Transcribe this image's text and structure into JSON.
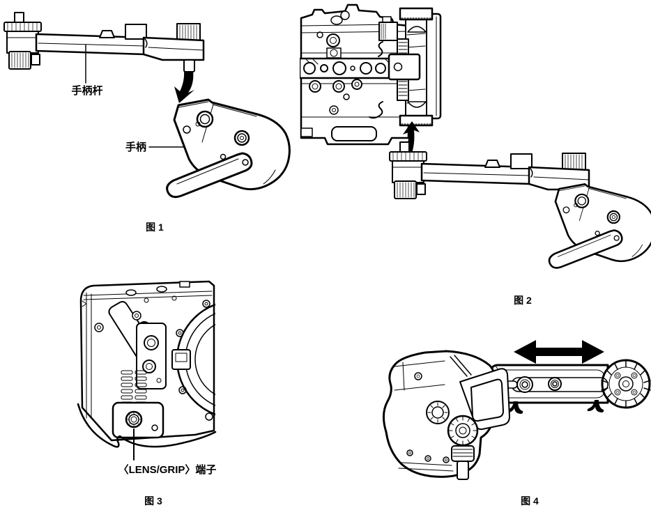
{
  "page": {
    "background": "#ffffff",
    "ink": "#000000"
  },
  "figure1": {
    "caption": "图 1",
    "labels": {
      "handle_bar": "手柄杆",
      "grip": "手柄"
    },
    "icon": "attach-down-arrow"
  },
  "figure2": {
    "caption": "图 2",
    "icon": "attach-up-arrow"
  },
  "figure3": {
    "caption": "图 3",
    "labels": {
      "terminal": "〈LENS/GRIP〉端子"
    }
  },
  "figure4": {
    "caption": "图 4",
    "icon": "slide-left-right-arrow"
  }
}
